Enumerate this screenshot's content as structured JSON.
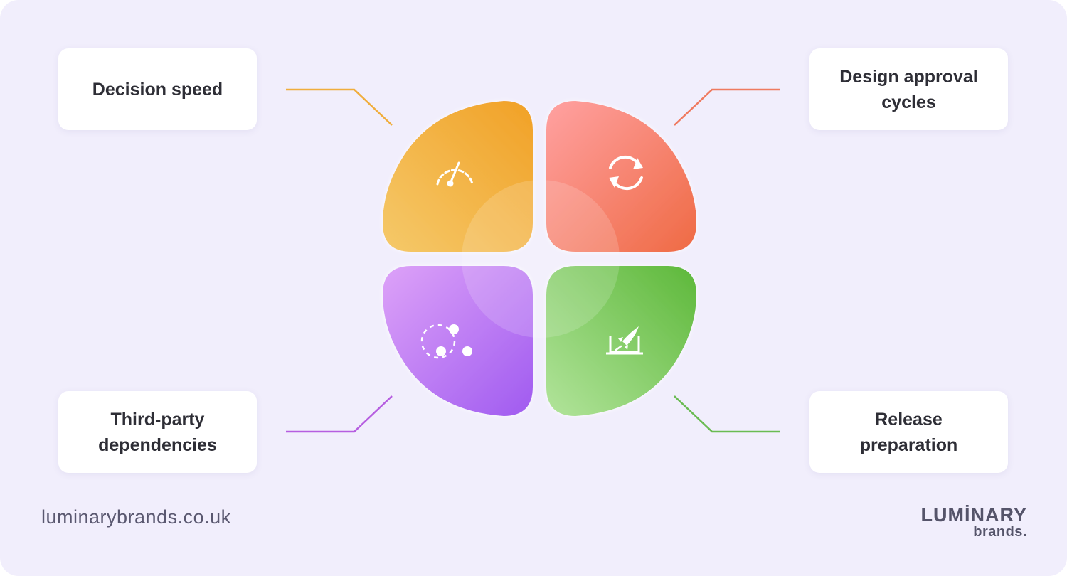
{
  "cards": {
    "top_left": "Decision speed",
    "top_right": "Design approval cycles",
    "bottom_left": "Third-party dependencies",
    "bottom_right": "Release preparation"
  },
  "petals": [
    {
      "name": "decision-speed",
      "icon": "speedometer-icon",
      "color_from": "#f5c96a",
      "color_to": "#f1a126"
    },
    {
      "name": "design-approval",
      "icon": "refresh-cycle-icon",
      "color_from": "#ffa1a1",
      "color_to": "#ef6a44"
    },
    {
      "name": "third-party",
      "icon": "network-nodes-icon",
      "color_from": "#dda2f8",
      "color_to": "#a05bf0"
    },
    {
      "name": "release",
      "icon": "rocket-laptop-icon",
      "color_from": "#b2e49b",
      "color_to": "#5db83a"
    }
  ],
  "connector_colors": {
    "top_left": "#f0ad3c",
    "top_right": "#ef7a60",
    "bottom_left": "#b65ee0",
    "bottom_right": "#6abb52"
  },
  "footer": {
    "url": "luminarybrands.co.uk",
    "logo_main": "LUMİNARY",
    "logo_sub": "brands."
  }
}
